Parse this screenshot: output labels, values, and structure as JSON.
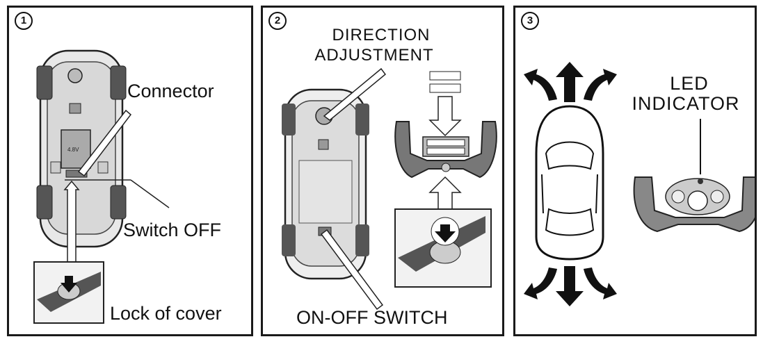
{
  "steps": [
    {
      "number": "1",
      "labels": {
        "connector": "Connector",
        "switch_off": "Switch OFF",
        "lock_of_cover": "Lock of cover"
      }
    },
    {
      "number": "2",
      "labels": {
        "direction_line1": "DIRECTION",
        "direction_line2": "ADJUSTMENT",
        "on_off_switch": "ON-OFF SWITCH"
      }
    },
    {
      "number": "3",
      "labels": {
        "led_line1": "LED",
        "led_line2": "INDICATOR"
      }
    }
  ],
  "car_label": "4.8V"
}
